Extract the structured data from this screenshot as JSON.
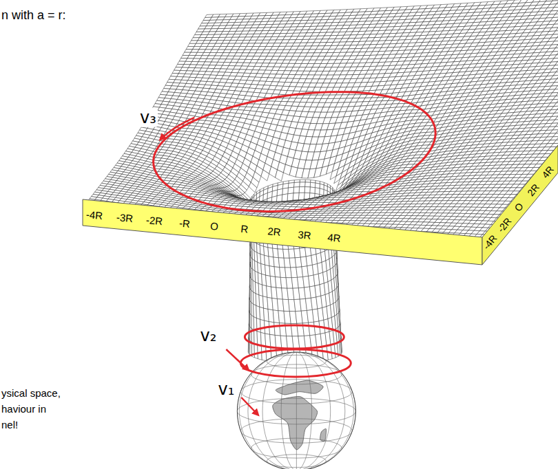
{
  "diagram": {
    "labels": [
      "n with a = r:",
      "v₃",
      "-4R",
      "-3R",
      "-2R",
      "-R",
      "O",
      "R",
      "2R",
      "3R",
      "4R",
      "-4R",
      "-2R",
      "O",
      "2R",
      "4R",
      "v₂",
      "v₁",
      "ysical space, haviour in nel!"
    ]
  }
}
